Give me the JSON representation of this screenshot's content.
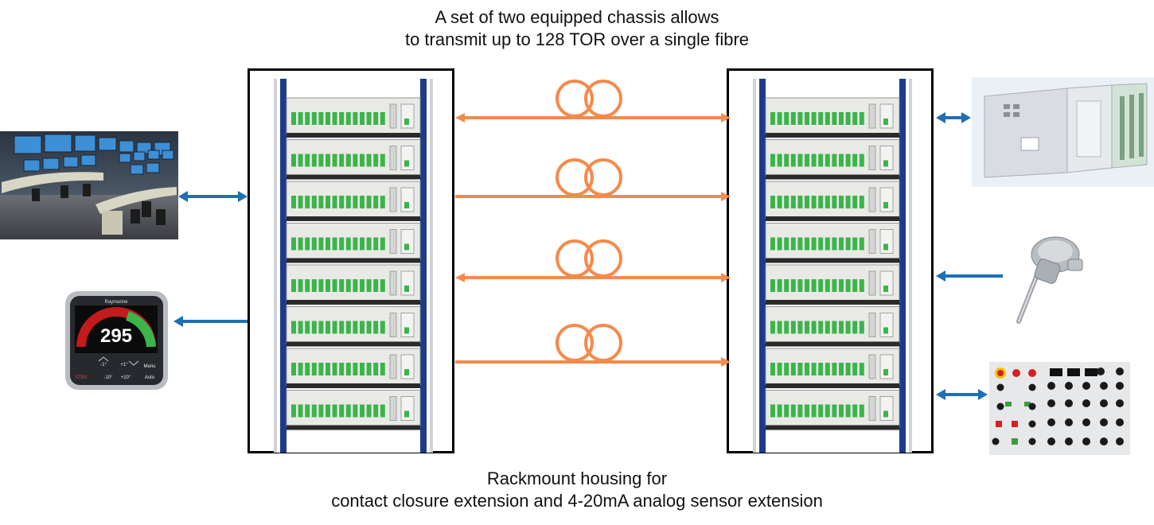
{
  "top_caption": {
    "line1": "A set of two equipped chassis allows",
    "line2": "to transmit up to 128 TOR over a single fibre"
  },
  "bottom_caption": {
    "line1": "Rackmount housing for",
    "line2": "contact closure extension and 4-20mA analog sensor extension"
  },
  "rack": {
    "shelf_count": 8,
    "frame_color": "#1e3a8a",
    "module_color": "#3cb44b"
  },
  "fibre_links": {
    "count": 4,
    "color": "#f58a4b",
    "directions": [
      "bidirectional",
      "right",
      "bidirectional",
      "right"
    ]
  },
  "left_devices": [
    {
      "name": "control-room",
      "link": "bidirectional"
    },
    {
      "name": "autopilot-display",
      "link": "left"
    }
  ],
  "right_devices": [
    {
      "name": "plc-controller",
      "link": "bidirectional"
    },
    {
      "name": "temperature-sensor",
      "link": "left"
    },
    {
      "name": "control-panel",
      "link": "bidirectional"
    }
  ],
  "autopilot_display": {
    "brand": "Raymarine",
    "heading": "295",
    "buttons": [
      "-1°",
      "+1°",
      "-10°",
      "+10°",
      "Menu",
      "Auto",
      "STBY"
    ]
  },
  "link_color": "#1f6fb5"
}
